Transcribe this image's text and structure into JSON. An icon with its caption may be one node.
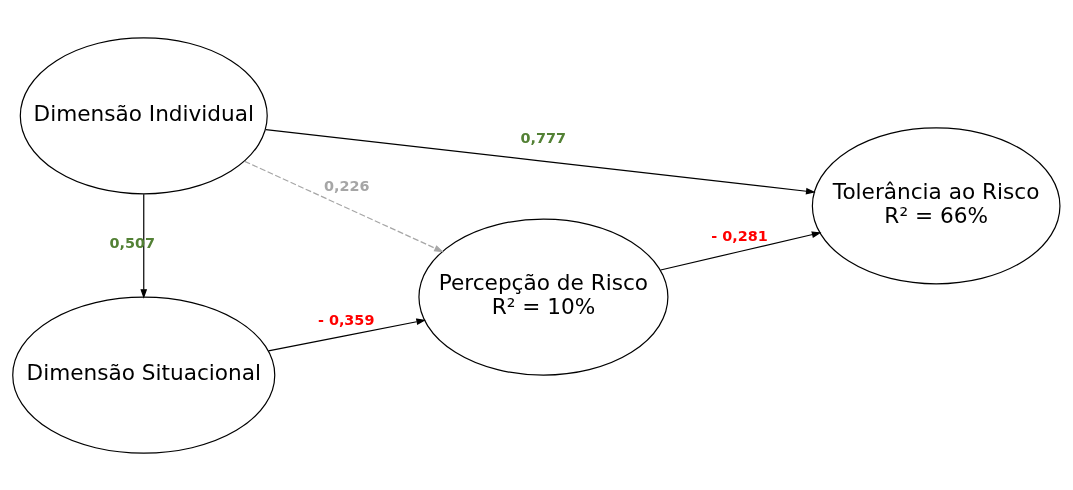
{
  "diagram": {
    "nodes": [
      {
        "text": [
          "Dimensão Individual"
        ]
      },
      {
        "text": [
          "Dimensão Situacional"
        ]
      },
      {
        "text": [
          "Percepção de Risco",
          "R² = 10%"
        ]
      },
      {
        "text": [
          "Tolerância ao Risco",
          "R² = 66%"
        ]
      }
    ],
    "edges": [
      {
        "from": 0,
        "to": 3,
        "arrow": "to",
        "label": "0,777"
      },
      {
        "from": 0,
        "to": 2,
        "arrow": "to",
        "label": "0,226",
        "style": "dashed",
        "color": "#a6a6a6"
      },
      {
        "from": 0,
        "to": 1,
        "arrow": "to",
        "label": "0,507"
      },
      {
        "from": 1,
        "to": 2,
        "arrow": "to",
        "label": "- 0,359"
      },
      {
        "from": 2,
        "to": 3,
        "arrow": "to",
        "label": "- 0,281"
      }
    ]
  }
}
